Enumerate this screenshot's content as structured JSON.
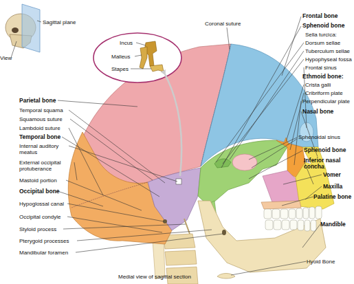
{
  "diagram": {
    "caption": "Medial view of sagittal section",
    "labels": [
      "Sagittal plane",
      "View",
      "Incus",
      "Malleus",
      "Stapes",
      "Coronal suture",
      "Frontal bone",
      "Sphenoid bone",
      "Sella turcica:",
      "Dorsum sellae",
      "Tuberculum sellae",
      "Hypophyseal fossa",
      "Frontal sinus",
      "Ethmoid bone:",
      "Crista galli",
      "Cribriform plate",
      "Perpendicular plate",
      "Nasal bone",
      "Sphenoidal sinus",
      "Sphenoid bone",
      "Inferior nasal concha",
      "Vomer",
      "Maxilla",
      "Palatine bone",
      "Mandible",
      "Hyoid Bone",
      "Parietal bone",
      "Temporal squama",
      "Squamous suture",
      "Lambdoid suture",
      "Temporal bone",
      "Internal auditory meatus",
      "External occipital protuberance",
      "Mastoid portion",
      "Occipital bone",
      "Hypoglossal canal",
      "Occipital condyle",
      "Styloid process",
      "Pterygoid processes",
      "Mandibular foramen"
    ]
  }
}
